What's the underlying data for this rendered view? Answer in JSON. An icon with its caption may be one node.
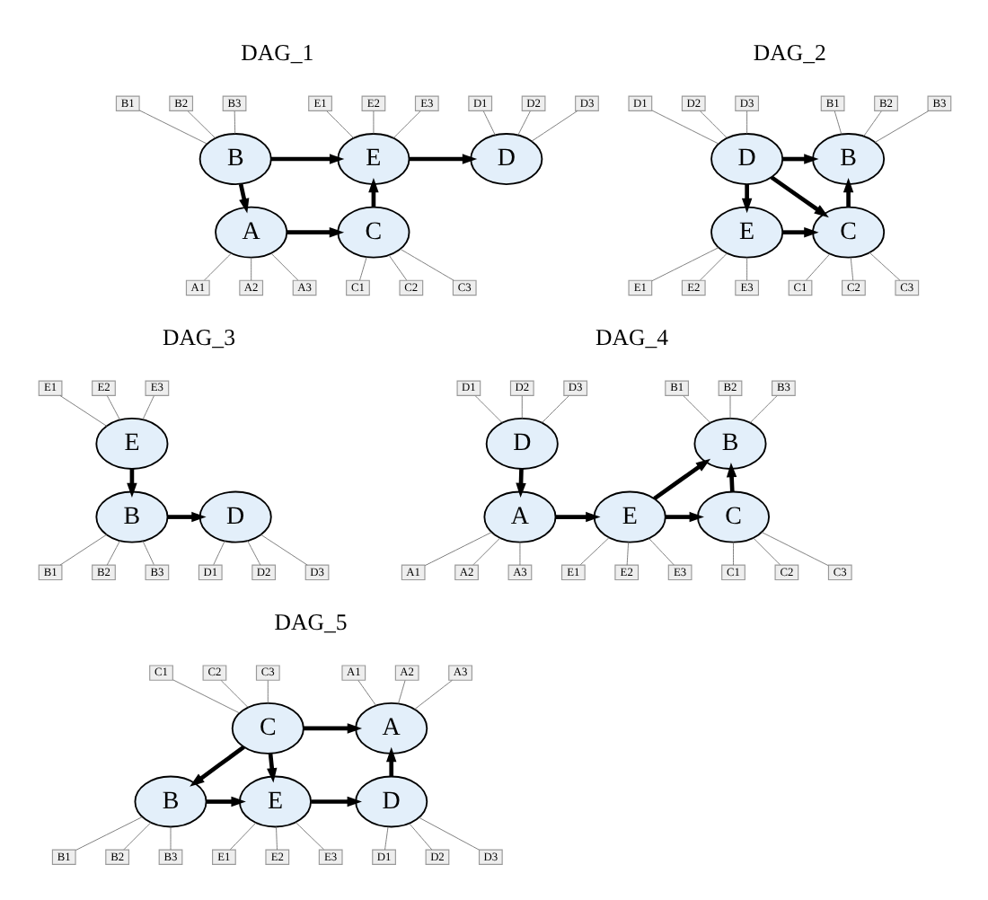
{
  "diagram": {
    "nodes": [
      {
        "text": [
          "B1"
        ]
      },
      {
        "text": [
          "B2"
        ]
      },
      {
        "text": [
          "B3"
        ]
      },
      {
        "text": [
          "E1"
        ]
      },
      {
        "text": [
          "E2"
        ]
      },
      {
        "text": [
          "E3"
        ]
      },
      {
        "text": [
          "D1"
        ]
      },
      {
        "text": [
          "D2"
        ]
      },
      {
        "text": [
          "D3"
        ]
      },
      {
        "text": [
          "B"
        ]
      },
      {
        "text": [
          "E"
        ]
      },
      {
        "text": [
          "D"
        ]
      },
      {
        "text": [
          "A"
        ]
      },
      {
        "text": [
          "C"
        ]
      },
      {
        "text": [
          "A1"
        ]
      },
      {
        "text": [
          "A2"
        ]
      },
      {
        "text": [
          "A3"
        ]
      },
      {
        "text": [
          "C1"
        ]
      },
      {
        "text": [
          "C2"
        ]
      },
      {
        "text": [
          "C3"
        ]
      },
      {
        "text": [
          "D1"
        ]
      },
      {
        "text": [
          "D2"
        ]
      },
      {
        "text": [
          "D3"
        ]
      },
      {
        "text": [
          "B1"
        ]
      },
      {
        "text": [
          "B2"
        ]
      },
      {
        "text": [
          "B3"
        ]
      },
      {
        "text": [
          "D"
        ]
      },
      {
        "text": [
          "B"
        ]
      },
      {
        "text": [
          "E"
        ]
      },
      {
        "text": [
          "C"
        ]
      },
      {
        "text": [
          "E1"
        ]
      },
      {
        "text": [
          "E2"
        ]
      },
      {
        "text": [
          "E3"
        ]
      },
      {
        "text": [
          "C1"
        ]
      },
      {
        "text": [
          "C2"
        ]
      },
      {
        "text": [
          "C3"
        ]
      },
      {
        "text": [
          "E1"
        ]
      },
      {
        "text": [
          "E2"
        ]
      },
      {
        "text": [
          "E3"
        ]
      },
      {
        "text": [
          "E"
        ]
      },
      {
        "text": [
          "B"
        ]
      },
      {
        "text": [
          "D"
        ]
      },
      {
        "text": [
          "B1"
        ]
      },
      {
        "text": [
          "B2"
        ]
      },
      {
        "text": [
          "B3"
        ]
      },
      {
        "text": [
          "D1"
        ]
      },
      {
        "text": [
          "D2"
        ]
      },
      {
        "text": [
          "D3"
        ]
      },
      {
        "text": [
          "D1"
        ]
      },
      {
        "text": [
          "D2"
        ]
      },
      {
        "text": [
          "D3"
        ]
      },
      {
        "text": [
          "B1"
        ]
      },
      {
        "text": [
          "B2"
        ]
      },
      {
        "text": [
          "B3"
        ]
      },
      {
        "text": [
          "D"
        ]
      },
      {
        "text": [
          "B"
        ]
      },
      {
        "text": [
          "A"
        ]
      },
      {
        "text": [
          "E"
        ]
      },
      {
        "text": [
          "C"
        ]
      },
      {
        "text": [
          "A1"
        ]
      },
      {
        "text": [
          "A2"
        ]
      },
      {
        "text": [
          "A3"
        ]
      },
      {
        "text": [
          "E1"
        ]
      },
      {
        "text": [
          "E2"
        ]
      },
      {
        "text": [
          "E3"
        ]
      },
      {
        "text": [
          "C1"
        ]
      },
      {
        "text": [
          "C2"
        ]
      },
      {
        "text": [
          "C3"
        ]
      },
      {
        "text": [
          "C1"
        ]
      },
      {
        "text": [
          "C2"
        ]
      },
      {
        "text": [
          "C3"
        ]
      },
      {
        "text": [
          "A1"
        ]
      },
      {
        "text": [
          "A2"
        ]
      },
      {
        "text": [
          "A3"
        ]
      },
      {
        "text": [
          "C"
        ]
      },
      {
        "text": [
          "A"
        ]
      },
      {
        "text": [
          "B"
        ]
      },
      {
        "text": [
          "E"
        ]
      },
      {
        "text": [
          "D"
        ]
      },
      {
        "text": [
          "B1"
        ]
      },
      {
        "text": [
          "B2"
        ]
      },
      {
        "text": [
          "B3"
        ]
      },
      {
        "text": [
          "E1"
        ]
      },
      {
        "text": [
          "E2"
        ]
      },
      {
        "text": [
          "E3"
        ]
      },
      {
        "text": [
          "D1"
        ]
      },
      {
        "text": [
          "D2"
        ]
      },
      {
        "text": [
          "D3"
        ]
      }
    ],
    "edges": [
      {
        "from": 9,
        "to": 10,
        "arrow": "to",
        "style": "thick",
        "color": "#000000"
      },
      {
        "from": 10,
        "to": 11,
        "arrow": "to",
        "style": "thick",
        "color": "#000000"
      },
      {
        "from": 9,
        "to": 12,
        "arrow": "to",
        "style": "thick",
        "color": "#000000"
      },
      {
        "from": 12,
        "to": 13,
        "arrow": "to",
        "style": "thick",
        "color": "#000000"
      },
      {
        "from": 13,
        "to": 10,
        "arrow": "to",
        "style": "thick",
        "color": "#000000"
      },
      {
        "from": 0,
        "to": 9,
        "arrow": "none"
      },
      {
        "from": 1,
        "to": 9,
        "arrow": "none"
      },
      {
        "from": 2,
        "to": 9,
        "arrow": "none"
      },
      {
        "from": 3,
        "to": 10,
        "arrow": "none"
      },
      {
        "from": 4,
        "to": 10,
        "arrow": "none"
      },
      {
        "from": 5,
        "to": 10,
        "arrow": "none"
      },
      {
        "from": 6,
        "to": 11,
        "arrow": "none"
      },
      {
        "from": 7,
        "to": 11,
        "arrow": "none"
      },
      {
        "from": 8,
        "to": 11,
        "arrow": "none"
      },
      {
        "from": 12,
        "to": 14,
        "arrow": "none"
      },
      {
        "from": 12,
        "to": 15,
        "arrow": "none"
      },
      {
        "from": 12,
        "to": 16,
        "arrow": "none"
      },
      {
        "from": 13,
        "to": 17,
        "arrow": "none"
      },
      {
        "from": 13,
        "to": 18,
        "arrow": "none"
      },
      {
        "from": 13,
        "to": 19,
        "arrow": "none"
      },
      {
        "from": 26,
        "to": 27,
        "arrow": "to",
        "style": "thick",
        "color": "#000000"
      },
      {
        "from": 26,
        "to": 28,
        "arrow": "to",
        "style": "thick",
        "color": "#000000"
      },
      {
        "from": 26,
        "to": 29,
        "arrow": "to",
        "style": "thick",
        "color": "#000000"
      },
      {
        "from": 28,
        "to": 29,
        "arrow": "to",
        "style": "thick",
        "color": "#000000"
      },
      {
        "from": 29,
        "to": 27,
        "arrow": "to",
        "style": "thick",
        "color": "#000000"
      },
      {
        "from": 20,
        "to": 26,
        "arrow": "none"
      },
      {
        "from": 21,
        "to": 26,
        "arrow": "none"
      },
      {
        "from": 22,
        "to": 26,
        "arrow": "none"
      },
      {
        "from": 23,
        "to": 27,
        "arrow": "none"
      },
      {
        "from": 24,
        "to": 27,
        "arrow": "none"
      },
      {
        "from": 25,
        "to": 27,
        "arrow": "none"
      },
      {
        "from": 28,
        "to": 30,
        "arrow": "none"
      },
      {
        "from": 28,
        "to": 31,
        "arrow": "none"
      },
      {
        "from": 28,
        "to": 32,
        "arrow": "none"
      },
      {
        "from": 29,
        "to": 33,
        "arrow": "none"
      },
      {
        "from": 29,
        "to": 34,
        "arrow": "none"
      },
      {
        "from": 29,
        "to": 35,
        "arrow": "none"
      },
      {
        "from": 39,
        "to": 40,
        "arrow": "to",
        "style": "thick",
        "color": "#000000"
      },
      {
        "from": 40,
        "to": 41,
        "arrow": "to",
        "style": "thick",
        "color": "#000000"
      },
      {
        "from": 36,
        "to": 39,
        "arrow": "none"
      },
      {
        "from": 37,
        "to": 39,
        "arrow": "none"
      },
      {
        "from": 38,
        "to": 39,
        "arrow": "none"
      },
      {
        "from": 40,
        "to": 42,
        "arrow": "none"
      },
      {
        "from": 40,
        "to": 43,
        "arrow": "none"
      },
      {
        "from": 40,
        "to": 44,
        "arrow": "none"
      },
      {
        "from": 41,
        "to": 45,
        "arrow": "none"
      },
      {
        "from": 41,
        "to": 46,
        "arrow": "none"
      },
      {
        "from": 41,
        "to": 47,
        "arrow": "none"
      },
      {
        "from": 54,
        "to": 56,
        "arrow": "to",
        "style": "thick",
        "color": "#000000"
      },
      {
        "from": 56,
        "to": 57,
        "arrow": "to",
        "style": "thick",
        "color": "#000000"
      },
      {
        "from": 57,
        "to": 55,
        "arrow": "to",
        "style": "thick",
        "color": "#000000"
      },
      {
        "from": 57,
        "to": 58,
        "arrow": "to",
        "style": "thick",
        "color": "#000000"
      },
      {
        "from": 58,
        "to": 55,
        "arrow": "to",
        "style": "thick",
        "color": "#000000"
      },
      {
        "from": 48,
        "to": 54,
        "arrow": "none"
      },
      {
        "from": 49,
        "to": 54,
        "arrow": "none"
      },
      {
        "from": 50,
        "to": 54,
        "arrow": "none"
      },
      {
        "from": 51,
        "to": 55,
        "arrow": "none"
      },
      {
        "from": 52,
        "to": 55,
        "arrow": "none"
      },
      {
        "from": 53,
        "to": 55,
        "arrow": "none"
      },
      {
        "from": 56,
        "to": 59,
        "arrow": "none"
      },
      {
        "from": 56,
        "to": 60,
        "arrow": "none"
      },
      {
        "from": 56,
        "to": 61,
        "arrow": "none"
      },
      {
        "from": 57,
        "to": 62,
        "arrow": "none"
      },
      {
        "from": 57,
        "to": 63,
        "arrow": "none"
      },
      {
        "from": 57,
        "to": 64,
        "arrow": "none"
      },
      {
        "from": 58,
        "to": 65,
        "arrow": "none"
      },
      {
        "from": 58,
        "to": 66,
        "arrow": "none"
      },
      {
        "from": 58,
        "to": 67,
        "arrow": "none"
      },
      {
        "from": 74,
        "to": 75,
        "arrow": "to",
        "style": "thick",
        "color": "#000000"
      },
      {
        "from": 74,
        "to": 76,
        "arrow": "to",
        "style": "thick",
        "color": "#000000"
      },
      {
        "from": 74,
        "to": 77,
        "arrow": "to",
        "style": "thick",
        "color": "#000000"
      },
      {
        "from": 76,
        "to": 77,
        "arrow": "to",
        "style": "thick",
        "color": "#000000"
      },
      {
        "from": 77,
        "to": 78,
        "arrow": "to",
        "style": "thick",
        "color": "#000000"
      },
      {
        "from": 78,
        "to": 75,
        "arrow": "to",
        "style": "thick",
        "color": "#000000"
      },
      {
        "from": 68,
        "to": 74,
        "arrow": "none"
      },
      {
        "from": 69,
        "to": 74,
        "arrow": "none"
      },
      {
        "from": 70,
        "to": 74,
        "arrow": "none"
      },
      {
        "from": 71,
        "to": 75,
        "arrow": "none"
      },
      {
        "from": 72,
        "to": 75,
        "arrow": "none"
      },
      {
        "from": 73,
        "to": 75,
        "arrow": "none"
      },
      {
        "from": 76,
        "to": 79,
        "arrow": "none"
      },
      {
        "from": 76,
        "to": 80,
        "arrow": "none"
      },
      {
        "from": 76,
        "to": 81,
        "arrow": "none"
      },
      {
        "from": 77,
        "to": 82,
        "arrow": "none"
      },
      {
        "from": 77,
        "to": 83,
        "arrow": "none"
      },
      {
        "from": 77,
        "to": 84,
        "arrow": "none"
      },
      {
        "from": 78,
        "to": 85,
        "arrow": "none"
      },
      {
        "from": 78,
        "to": 86,
        "arrow": "none"
      },
      {
        "from": 78,
        "to": 87,
        "arrow": "none"
      }
    ],
    "labels": [
      "DAG_1",
      "DAG_2",
      "DAG_3",
      "DAG_4",
      "DAG_5"
    ]
  }
}
